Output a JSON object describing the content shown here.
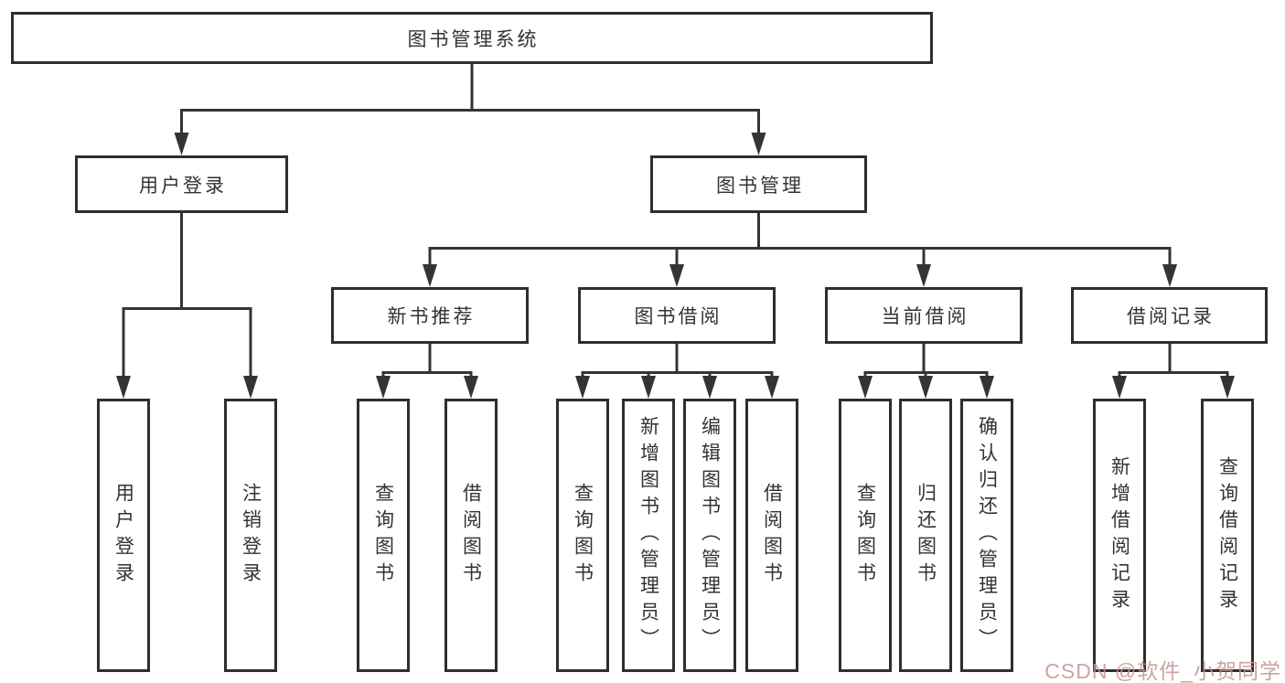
{
  "root": {
    "label": "图书管理系统"
  },
  "level2": [
    {
      "label": "用户登录"
    },
    {
      "label": "图书管理"
    }
  ],
  "level3": [
    {
      "label": "新书推荐"
    },
    {
      "label": "图书借阅"
    },
    {
      "label": "当前借阅"
    },
    {
      "label": "借阅记录"
    }
  ],
  "leaves": [
    {
      "label": "用户登录"
    },
    {
      "label": "注销登录"
    },
    {
      "label": "查询图书"
    },
    {
      "label": "借阅图书"
    },
    {
      "label": "查询图书"
    },
    {
      "label": "新增图书（管理员）"
    },
    {
      "label": "编辑图书（管理员）"
    },
    {
      "label": "借阅图书"
    },
    {
      "label": "查询图书"
    },
    {
      "label": "归还图书"
    },
    {
      "label": "确认归还（管理员）"
    },
    {
      "label": "新增借阅记录"
    },
    {
      "label": "查询借阅记录"
    }
  ],
  "watermark": {
    "text": "CSDN @软件_小贺同学",
    "color": "#c69292"
  },
  "colors": {
    "line": "#343434",
    "box_border": "#2e2e2e",
    "text": "#333333",
    "background": "#ffffff"
  }
}
